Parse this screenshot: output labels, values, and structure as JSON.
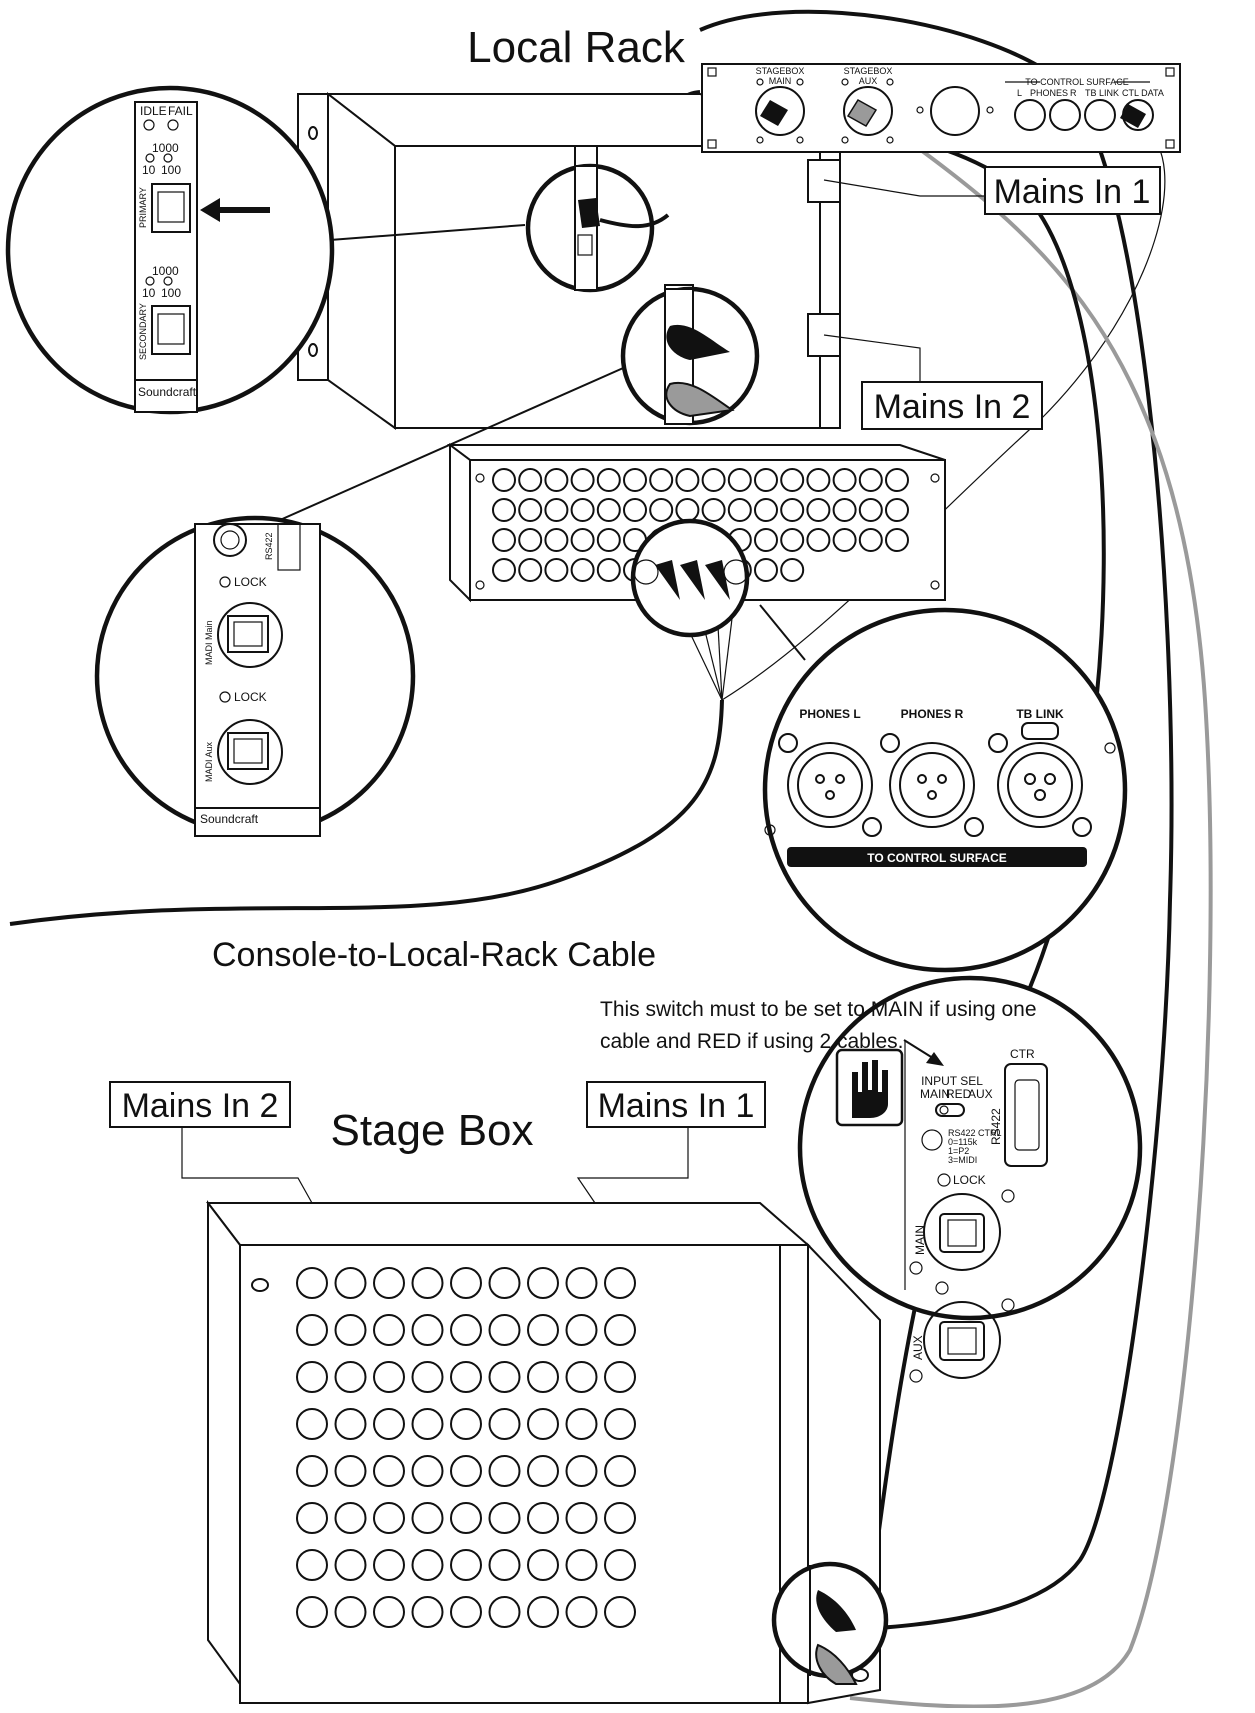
{
  "titles": {
    "local_rack": "Local Rack",
    "stage_box": "Stage Box",
    "console_cable": "Console-to-Local-Rack Cable"
  },
  "callouts": {
    "mains_in_1_top": "Mains In 1",
    "mains_in_2_top": "Mains In 2",
    "mains_in_2_bottom": "Mains In 2",
    "mains_in_1_bottom": "Mains In 1"
  },
  "note": {
    "line1": "This switch must to be set to MAIN if using one",
    "line2": "cable and RED if using 2 cables."
  },
  "top_panel": {
    "stagebox_main": [
      "STAGEBOX",
      "MAIN"
    ],
    "stagebox_aux": [
      "STAGEBOX",
      "AUX"
    ],
    "to_control_surface": "TO CONTROL SURFACE",
    "l": "L",
    "phones": "PHONES",
    "r": "R",
    "tb_link": "TB LINK",
    "ctl_data": "CTL DATA"
  },
  "card_zoom": {
    "idle": "IDLE",
    "fail": "FAIL",
    "speed_1000": "1000",
    "speed_10": "10",
    "speed_100": "100",
    "primary": "PRIMARY",
    "secondary": "SECONDARY",
    "brand": "Soundcraft"
  },
  "madi_zoom": {
    "rs422": "RS422",
    "lock": "LOCK",
    "madi_main": "MADI Main",
    "madi_aux": "MADI Aux",
    "brand": "Soundcraft"
  },
  "xlr_zoom": {
    "phones_l": "PHONES L",
    "phones_r": "PHONES R",
    "tb_link": "TB LINK",
    "to_control_surface": "TO CONTROL SURFACE"
  },
  "stagebox_zoom": {
    "input_sel": "INPUT SEL",
    "main": "MAIN",
    "red": "RED",
    "aux": "AUX",
    "rs422_ctrl": "RS422 CTRL",
    "ctrl_lines": [
      "0=115k",
      "1=P2",
      "3=MIDI"
    ],
    "rs422": "RS422",
    "lock": "LOCK",
    "main_label": "MAIN",
    "aux_label": "AUX",
    "ctrl_partial": "CTR"
  }
}
